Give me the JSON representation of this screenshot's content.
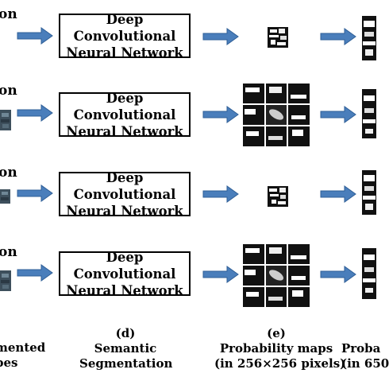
{
  "rows": [
    {
      "left_fragment": "on",
      "box_line1": "Deep Convolutional",
      "box_line2": "Neural Network"
    },
    {
      "left_fragment": "on",
      "box_line1": "Deep Convolutional",
      "box_line2": "Neural Network"
    },
    {
      "left_fragment": "on",
      "box_line1": "Deep Convolutional",
      "box_line2": "Neural Network"
    },
    {
      "left_fragment": "on",
      "box_line1": "Deep Convolutional",
      "box_line2": "Neural Network"
    }
  ],
  "captions": {
    "col_c_line1": "mented",
    "col_c_line2": "pes",
    "col_d_label": "(d)",
    "col_d_line1": "Semantic",
    "col_d_line2": "Segmentation",
    "col_e_label": "(e)",
    "col_e_line1": "Probability maps",
    "col_e_line2": "(in 256×256 pixels)",
    "col_f_line1": "Proba",
    "col_f_line2": "(in 650"
  },
  "colors": {
    "arrow_fill": "#4a7ebb",
    "arrow_stroke": "#2f5f97",
    "box_border": "#000000"
  }
}
